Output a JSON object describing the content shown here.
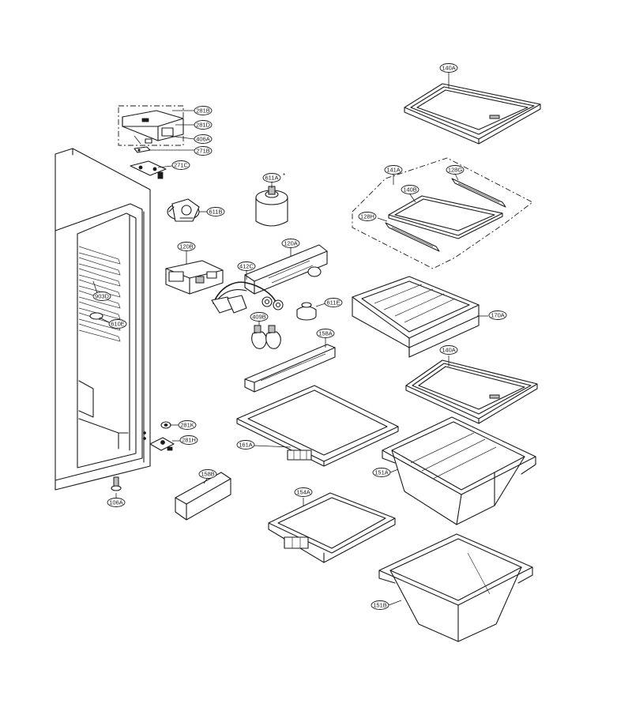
{
  "labels": [
    {
      "id": "140A-top",
      "text": "140A"
    },
    {
      "id": "281B",
      "text": "281B"
    },
    {
      "id": "281D",
      "text": "281D"
    },
    {
      "id": "406A",
      "text": "406A"
    },
    {
      "id": "271B",
      "text": "271B"
    },
    {
      "id": "271C",
      "text": "271C"
    },
    {
      "id": "141A",
      "text": "141A"
    },
    {
      "id": "128G",
      "text": "128G"
    },
    {
      "id": "140B",
      "text": "140B"
    },
    {
      "id": "128H",
      "text": "128H"
    },
    {
      "id": "611A",
      "text": "611A"
    },
    {
      "id": "611B",
      "text": "611B"
    },
    {
      "id": "120B",
      "text": "120B"
    },
    {
      "id": "120A",
      "text": "120A"
    },
    {
      "id": "412C",
      "text": "412C"
    },
    {
      "id": "611E",
      "text": "611E"
    },
    {
      "id": "170A",
      "text": "170A"
    },
    {
      "id": "903D",
      "text": "903D"
    },
    {
      "id": "610E",
      "text": "610E"
    },
    {
      "id": "409B",
      "text": "409B"
    },
    {
      "id": "158A",
      "text": "158A"
    },
    {
      "id": "140A-mid",
      "text": "140A"
    },
    {
      "id": "281K",
      "text": "281K"
    },
    {
      "id": "281H",
      "text": "281H"
    },
    {
      "id": "161A",
      "text": "161A"
    },
    {
      "id": "151A",
      "text": "151A"
    },
    {
      "id": "158B",
      "text": "158B"
    },
    {
      "id": "106A",
      "text": "106A"
    },
    {
      "id": "154A",
      "text": "154A"
    },
    {
      "id": "151B",
      "text": "151B"
    }
  ],
  "annotations": {
    "star_mark": "*"
  }
}
